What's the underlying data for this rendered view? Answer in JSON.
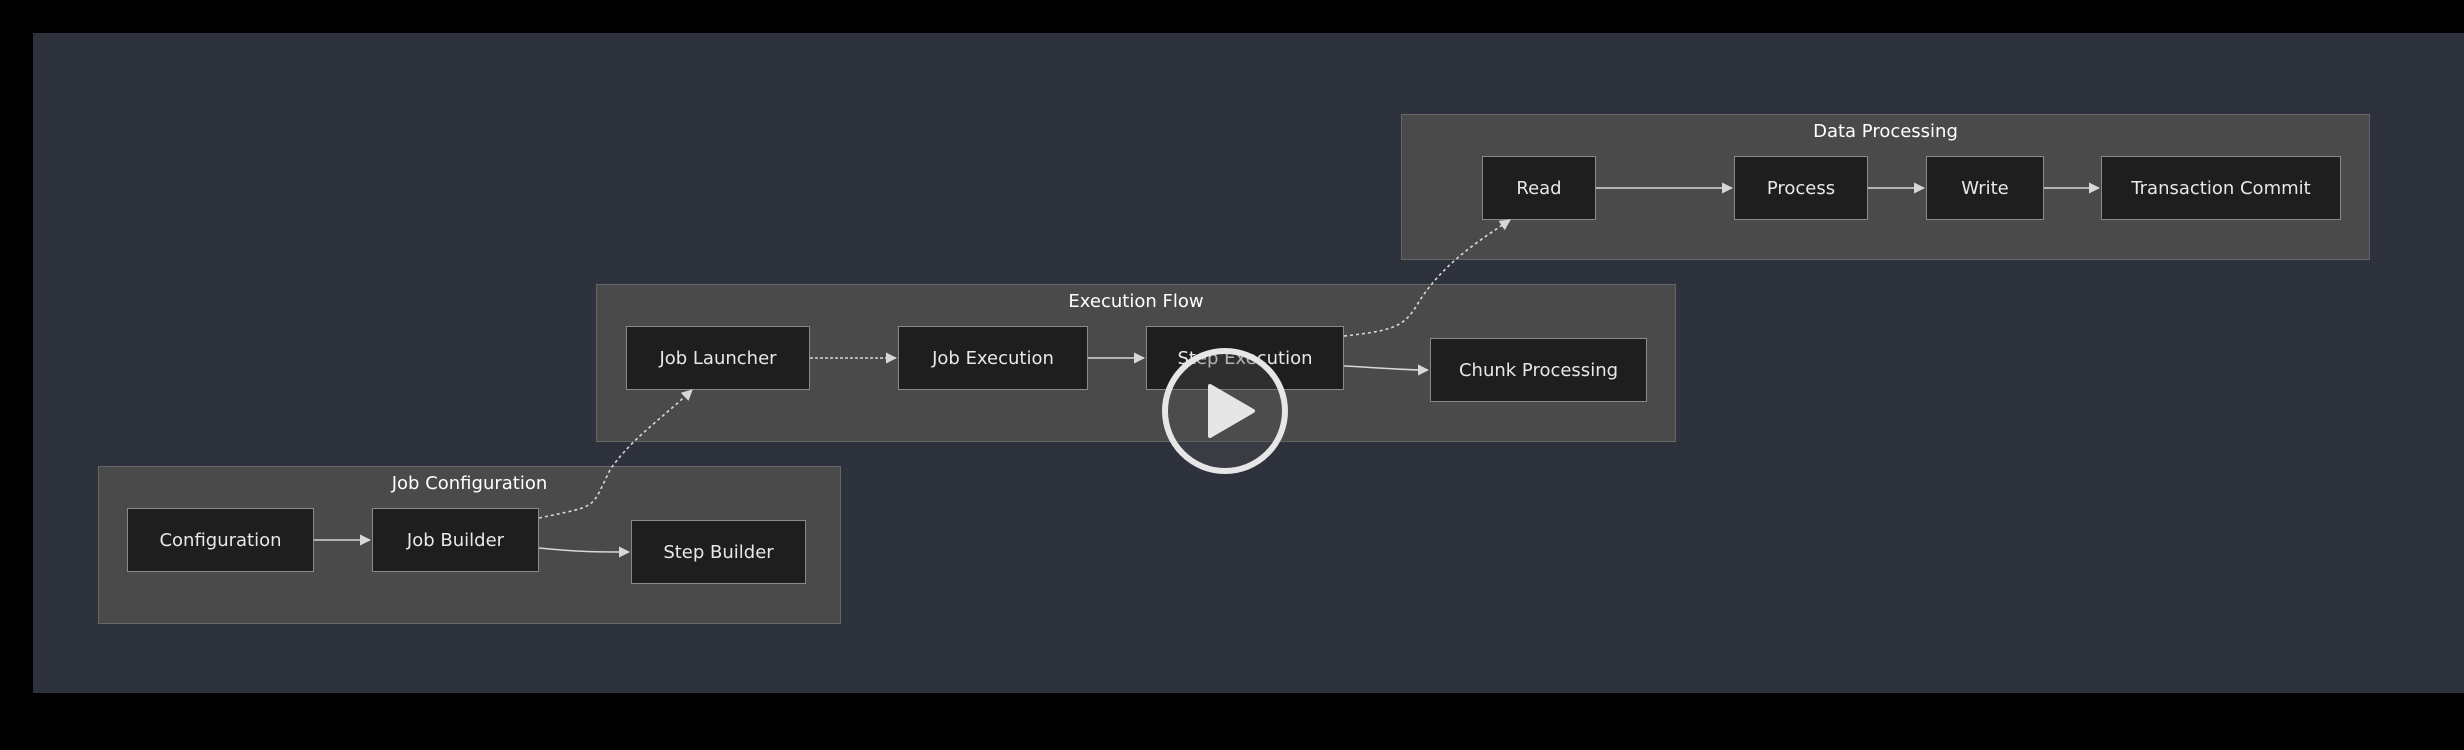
{
  "diagram": {
    "groups": {
      "job_configuration": {
        "title": "Job Configuration"
      },
      "execution_flow": {
        "title": "Execution Flow"
      },
      "data_processing": {
        "title": "Data Processing"
      }
    },
    "nodes": {
      "configuration": "Configuration",
      "job_builder": "Job Builder",
      "step_builder": "Step Builder",
      "job_launcher": "Job Launcher",
      "job_execution": "Job Execution",
      "step_execution": "Step Execution",
      "chunk_processing": "Chunk Processing",
      "read": "Read",
      "process": "Process",
      "write": "Write",
      "transaction_commit": "Transaction Commit"
    },
    "edges": [
      {
        "from": "Configuration",
        "to": "Job Builder",
        "style": "solid"
      },
      {
        "from": "Job Builder",
        "to": "Step Builder",
        "style": "solid"
      },
      {
        "from": "Job Builder",
        "to": "Job Launcher",
        "style": "dotted"
      },
      {
        "from": "Job Launcher",
        "to": "Job Execution",
        "style": "dotted"
      },
      {
        "from": "Job Execution",
        "to": "Step Execution",
        "style": "solid"
      },
      {
        "from": "Step Execution",
        "to": "Chunk Processing",
        "style": "solid"
      },
      {
        "from": "Step Execution",
        "to": "Read",
        "style": "dotted"
      },
      {
        "from": "Read",
        "to": "Process",
        "style": "solid"
      },
      {
        "from": "Process",
        "to": "Write",
        "style": "solid"
      },
      {
        "from": "Write",
        "to": "Transaction Commit",
        "style": "solid"
      }
    ]
  },
  "player": {
    "play_icon": "play-icon"
  },
  "colors": {
    "page_background": "#000000",
    "canvas_background": "#2d323d",
    "group_fill": "#4a4a4a",
    "node_fill": "#1e1e1e",
    "edge_color": "#d8d8d8"
  }
}
